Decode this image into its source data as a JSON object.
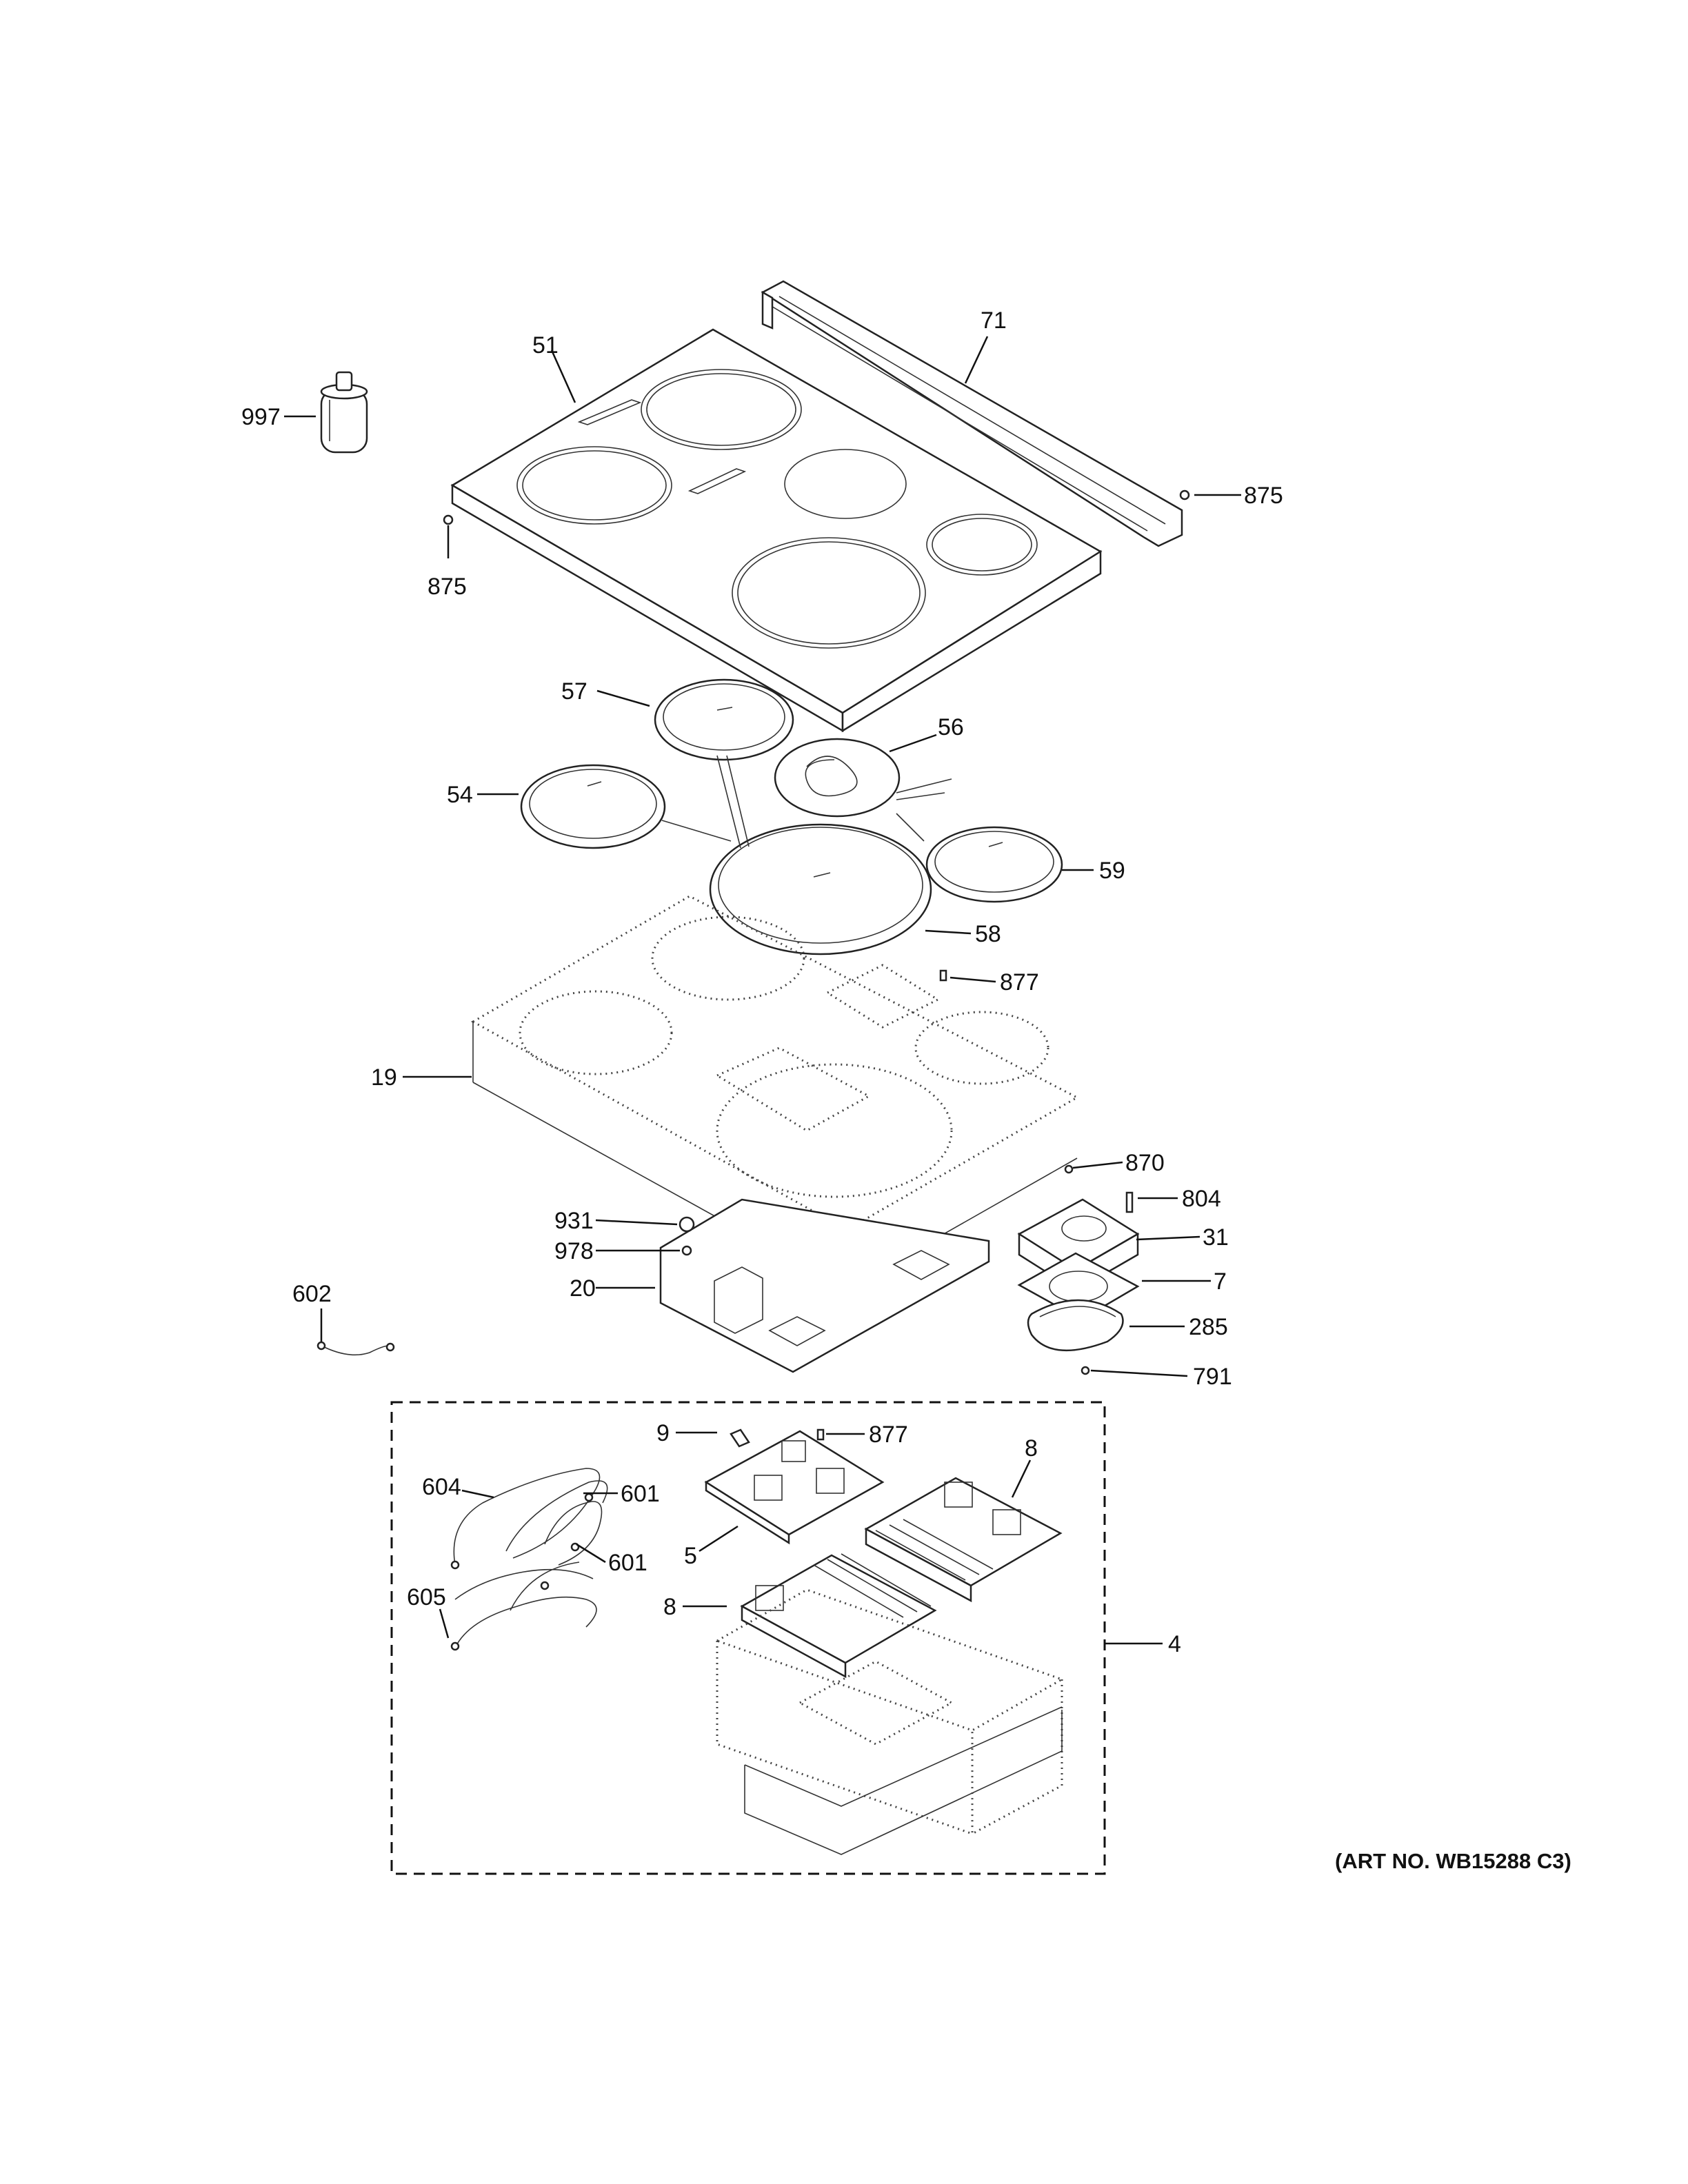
{
  "art_number": "(ART NO. WB15288 C3)",
  "callouts": [
    {
      "id": "c997",
      "text": "997"
    },
    {
      "id": "c51",
      "text": "51"
    },
    {
      "id": "c71",
      "text": "71"
    },
    {
      "id": "c875a",
      "text": "875"
    },
    {
      "id": "c875b",
      "text": "875"
    },
    {
      "id": "c57",
      "text": "57"
    },
    {
      "id": "c56",
      "text": "56"
    },
    {
      "id": "c54",
      "text": "54"
    },
    {
      "id": "c59",
      "text": "59"
    },
    {
      "id": "c58",
      "text": "58"
    },
    {
      "id": "c877a",
      "text": "877"
    },
    {
      "id": "c19",
      "text": "19"
    },
    {
      "id": "c870",
      "text": "870"
    },
    {
      "id": "c804",
      "text": "804"
    },
    {
      "id": "c31",
      "text": "31"
    },
    {
      "id": "c7",
      "text": "7"
    },
    {
      "id": "c285",
      "text": "285"
    },
    {
      "id": "c791",
      "text": "791"
    },
    {
      "id": "c931",
      "text": "931"
    },
    {
      "id": "c978",
      "text": "978"
    },
    {
      "id": "c20",
      "text": "20"
    },
    {
      "id": "c602",
      "text": "602"
    },
    {
      "id": "c9",
      "text": "9"
    },
    {
      "id": "c877b",
      "text": "877"
    },
    {
      "id": "c8a",
      "text": "8"
    },
    {
      "id": "c604",
      "text": "604"
    },
    {
      "id": "c601a",
      "text": "601"
    },
    {
      "id": "c601b",
      "text": "601"
    },
    {
      "id": "c5",
      "text": "5"
    },
    {
      "id": "c605",
      "text": "605"
    },
    {
      "id": "c8b",
      "text": "8"
    },
    {
      "id": "c4",
      "text": "4"
    }
  ]
}
